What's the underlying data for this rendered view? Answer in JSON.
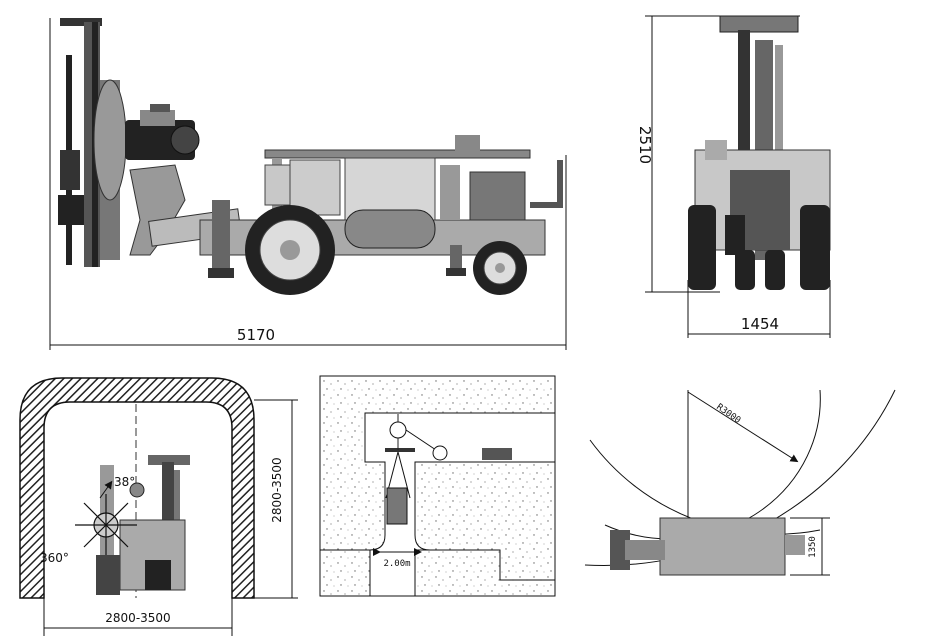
{
  "side_view": {
    "length_label": "5170"
  },
  "front_view": {
    "height_label": "2510",
    "width_label": "1454"
  },
  "tunnel_view": {
    "height_label": "2800-3500",
    "width_label": "2800-3500",
    "tilt_angle_label": "38°",
    "rotation_label": "360°"
  },
  "shaft_view": {
    "spacing_label": "2.00m"
  },
  "turning_view": {
    "radius_label": "R3000",
    "width_label": "1350"
  }
}
